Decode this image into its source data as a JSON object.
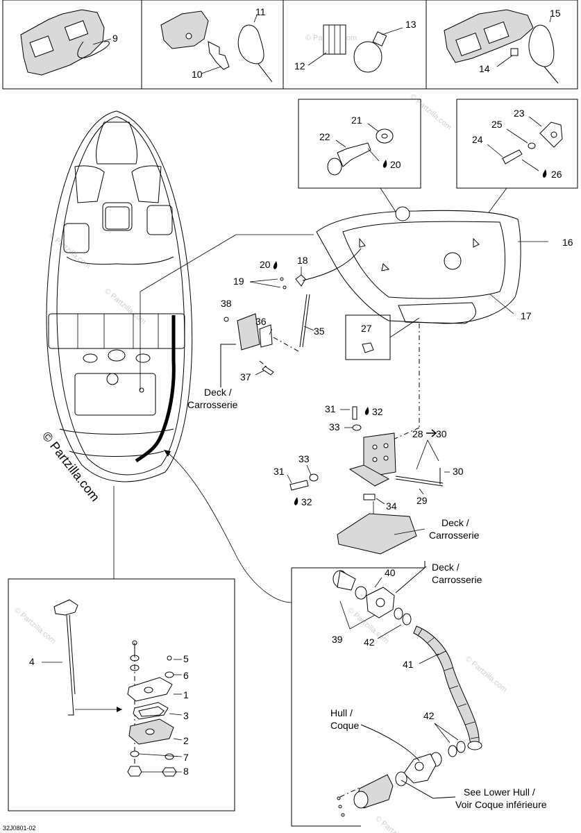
{
  "callouts": {
    "n1": "1",
    "n2": "2",
    "n3": "3",
    "n4": "4",
    "n5": "5",
    "n6": "6",
    "n7": "7",
    "n8": "8",
    "n9": "9",
    "n10": "10",
    "n11": "11",
    "n12": "12",
    "n13": "13",
    "n14": "14",
    "n15": "15",
    "n16": "16",
    "n17": "17",
    "n18": "18",
    "n19": "19",
    "n20": "20",
    "n20b": "20",
    "n21": "21",
    "n22": "22",
    "n23": "23",
    "n24": "24",
    "n25": "25",
    "n26": "26",
    "n27": "27",
    "n28": "28",
    "n29": "29",
    "n30": "30",
    "n30b": "30",
    "n31": "31",
    "n31b": "31",
    "n32": "32",
    "n32b": "32",
    "n33": "33",
    "n33b": "33",
    "n34": "34",
    "n35": "35",
    "n36": "36",
    "n37": "37",
    "n38": "38",
    "n39": "39",
    "n40": "40",
    "n41": "41",
    "n42": "42",
    "n42b": "42"
  },
  "labels": {
    "deck1_line1": "Deck /",
    "deck1_line2": "Carrosserie",
    "deck2_line1": "Deck /",
    "deck2_line2": "Carrosserie",
    "deck3_line1": "Deck /",
    "deck3_line2": "Carrosserie",
    "hull_line1": "Hull /",
    "hull_line2": "Coque",
    "see_lower_line1": "See Lower Hull /",
    "see_lower_line2": "Voir Coque inférieure"
  },
  "watermark": {
    "main": "© Partzilla.com",
    "faint": "© Partzilla.com"
  },
  "reference_code": "32J0801-02",
  "icons": {
    "adhesive": "drop-icon",
    "arrow": "right-arrow-icon"
  }
}
